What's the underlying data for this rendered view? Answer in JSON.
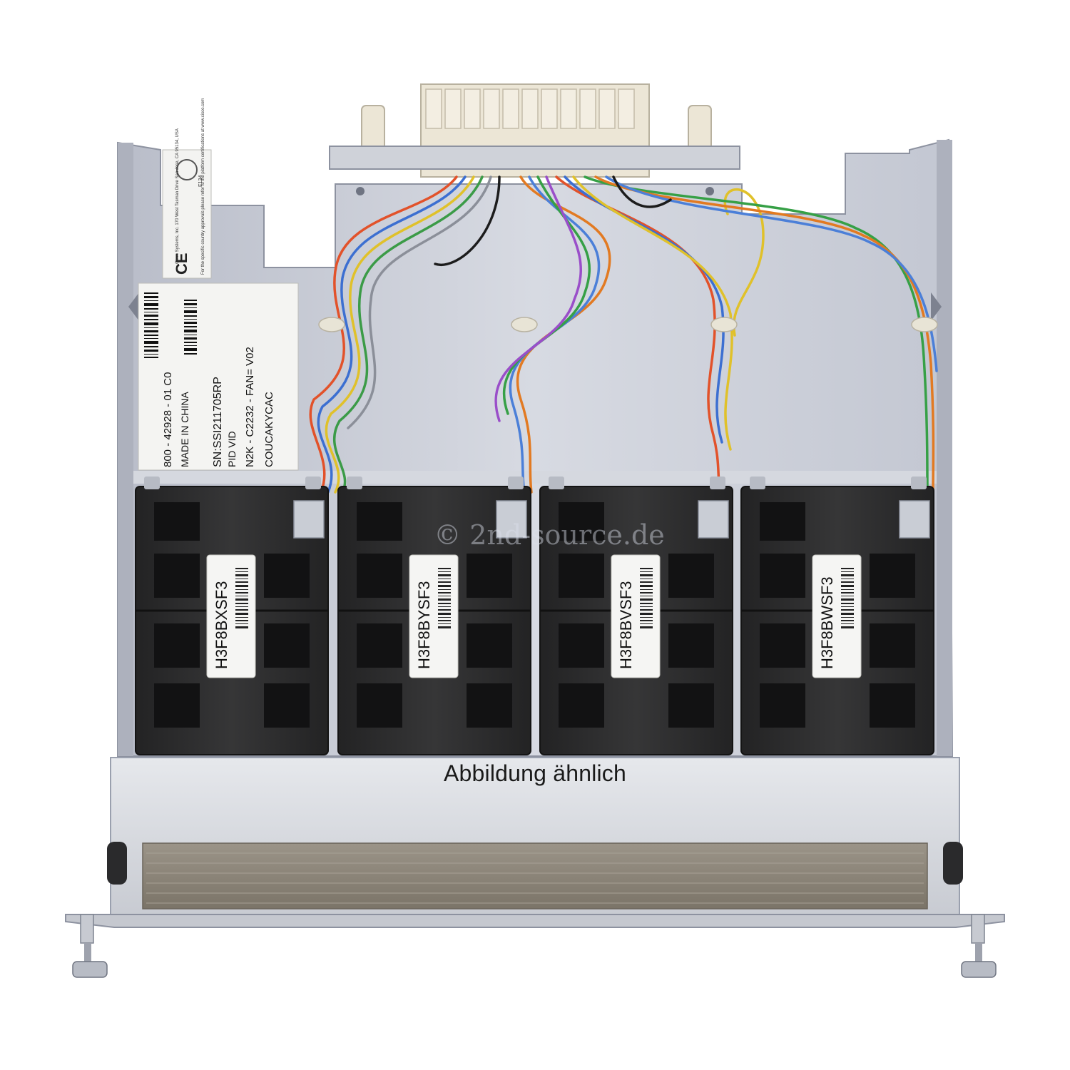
{
  "caption": "Abbildung ähnlich",
  "watermark": "© 2nd-source.de",
  "product_label": {
    "part_number": "800 - 42928 - 01 C0",
    "origin": "MADE IN CHINA",
    "serial": "SN:SSI211705RP",
    "pid_vid_heading": "PID VID",
    "pid": "N2K - C2232 - FAN= V02",
    "code": "COUCAKYCAC"
  },
  "compliance_label": {
    "address": "Cisco Systems, Inc. 170 West Tasman Drive San Jose, CA 95134, USA",
    "notice": "For the specific country approvals please refer to the platform certifications at www.cisco.com",
    "ce_mark": "CE",
    "code": "E134"
  },
  "fans": [
    {
      "label": "H3F8BXSF3"
    },
    {
      "label": "H3F8BYSF3"
    },
    {
      "label": "H3F8BVSF3"
    },
    {
      "label": "H3F8BWSF3"
    }
  ],
  "colors": {
    "chassis": "#c8ccd6",
    "chassis_dark": "#9aa0ae",
    "fan_body": "#2e2e30",
    "fan_dark": "#1a1a1b",
    "connector": "#ece6d6",
    "face_plate": "#d9dbe0",
    "vent": "#8a8378"
  }
}
